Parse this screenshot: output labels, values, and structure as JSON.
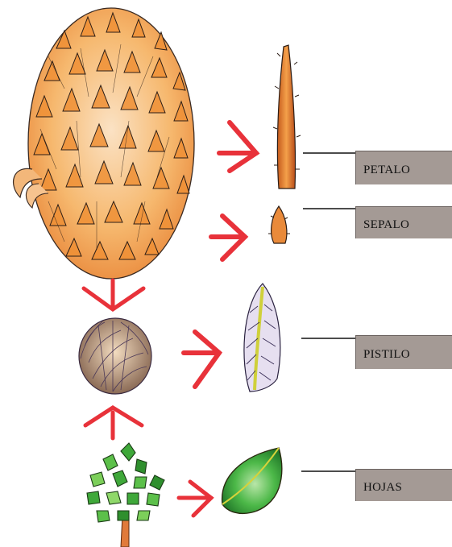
{
  "labels": {
    "petalo": "PETALO",
    "sepalo": "SEPALO",
    "pistilo": "PISTILO",
    "hojas": "HOJAS"
  },
  "colors": {
    "arrow": "#e8323a",
    "label_box": "#a49a95",
    "connector": "#111111",
    "cone_orange": "#f29a3a",
    "leaf_green": "#3fa83a"
  }
}
